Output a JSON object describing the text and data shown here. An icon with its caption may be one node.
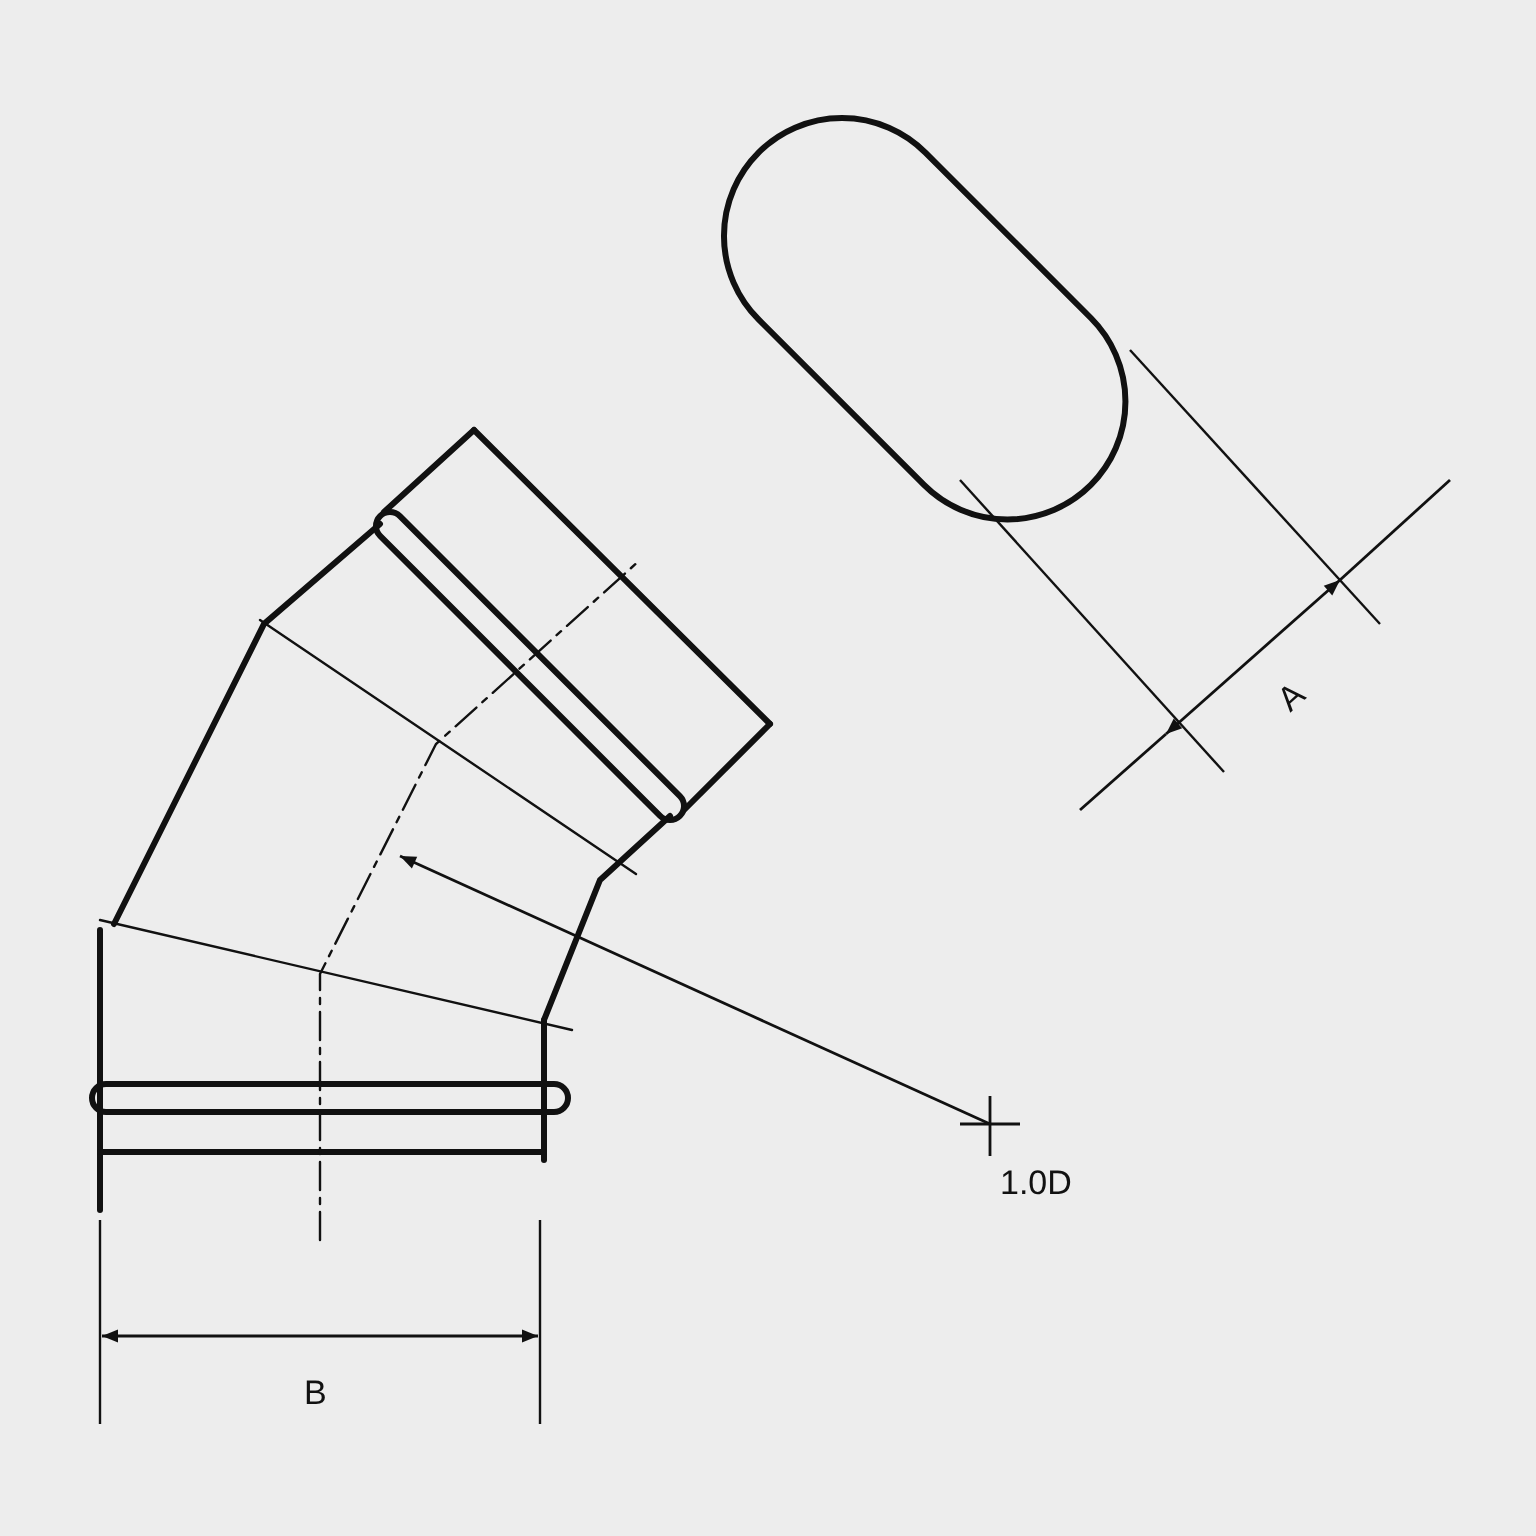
{
  "diagram": {
    "labels": [
      "A",
      "1.0D",
      "B"
    ]
  }
}
